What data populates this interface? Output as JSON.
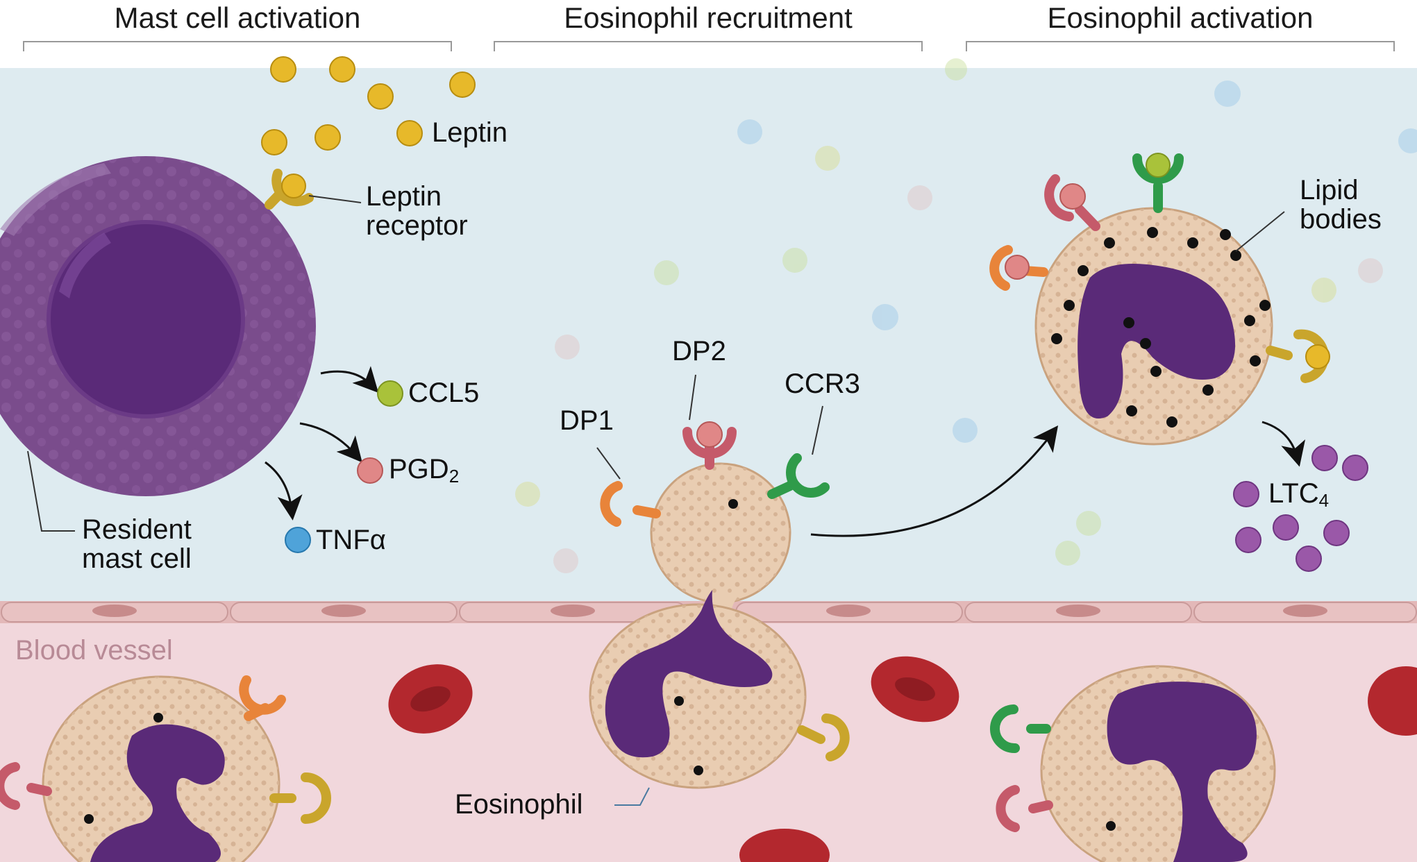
{
  "panels": [
    {
      "id": "mast",
      "title": "Mast cell activation"
    },
    {
      "id": "recruit",
      "title": "Eosinophil recruitment"
    },
    {
      "id": "activate",
      "title": "Eosinophil activation"
    }
  ],
  "labels": {
    "leptin": "Leptin",
    "leptin_receptor_line1": "Leptin",
    "leptin_receptor_line2": "receptor",
    "ccl5": "CCL5",
    "pgd2_main": "PGD",
    "pgd2_sub": "2",
    "tnfa": "TNFα",
    "resident_line1": "Resident",
    "resident_line2": "mast cell",
    "dp1": "DP1",
    "dp2": "DP2",
    "ccr3": "CCR3",
    "lipid_line1": "Lipid",
    "lipid_line2": "bodies",
    "ltc4_main": "LTC",
    "ltc4_sub": "4",
    "eosinophil": "Eosinophil",
    "blood_vessel": "Blood vessel"
  },
  "colors": {
    "tissue": "#deebf0",
    "blood": "#f1d7dc",
    "endothelium": "#e3b8b8",
    "mast_cell": "#7a4c8c",
    "nucleus": "#5a2a78",
    "eosinophil_body": "#e9cdb2",
    "leptin": "#e7b92a",
    "ccl5": "#a9c23a",
    "pgd2": "#e08787",
    "tnfa": "#4fa3d9",
    "ltc4": "#9a58a8",
    "dp1": "#e8843a",
    "dp2": "#c55a6a",
    "ccr3": "#2f9b4a",
    "leptin_receptor": "#c9a52c",
    "rbc": "#b3282e"
  }
}
